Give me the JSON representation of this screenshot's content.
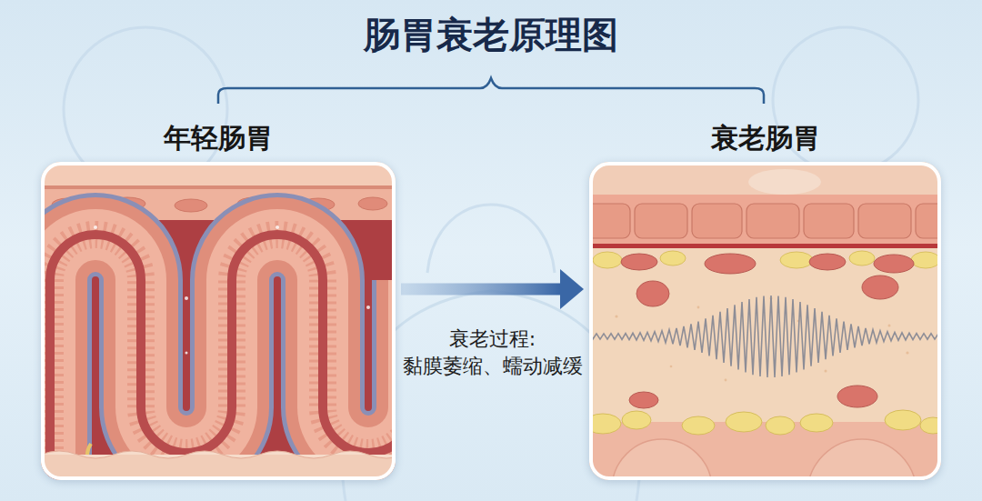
{
  "diagram": {
    "title": "肠胃衰老原理图",
    "nodes": [
      {
        "text": [
          "年轻肠胃"
        ]
      },
      {
        "text": [
          "衰老肠胃"
        ]
      }
    ],
    "edges": [
      {
        "from": 0,
        "to": 1,
        "arrow": "to",
        "label": "衰老过程: 黏膜萎缩、蠕动减缓"
      }
    ]
  }
}
